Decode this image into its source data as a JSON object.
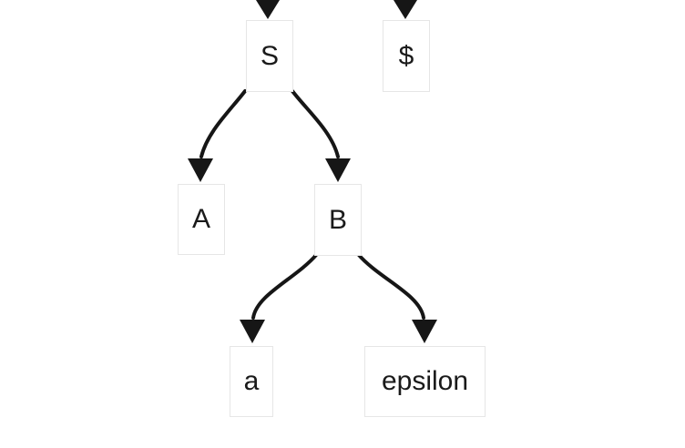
{
  "diagram": {
    "type": "parse-tree",
    "background_color": "#ffffff",
    "edge_color": "#161616",
    "node_border_color": "#e6e6e6",
    "node_text_color": "#1a1a1a",
    "nodes": [
      {
        "id": "S",
        "label": "S"
      },
      {
        "id": "dollar",
        "label": "$"
      },
      {
        "id": "A",
        "label": "A"
      },
      {
        "id": "B",
        "label": "B"
      },
      {
        "id": "a",
        "label": "a"
      },
      {
        "id": "epsilon",
        "label": "epsilon"
      }
    ],
    "edges": [
      {
        "from": "offscreen-top",
        "to": "S",
        "style": "arrow-down"
      },
      {
        "from": "offscreen-top",
        "to": "dollar",
        "style": "arrow-down"
      },
      {
        "from": "S",
        "to": "A",
        "style": "curved-arrow"
      },
      {
        "from": "S",
        "to": "B",
        "style": "curved-arrow"
      },
      {
        "from": "B",
        "to": "a",
        "style": "curved-arrow"
      },
      {
        "from": "B",
        "to": "epsilon",
        "style": "curved-arrow"
      }
    ]
  }
}
